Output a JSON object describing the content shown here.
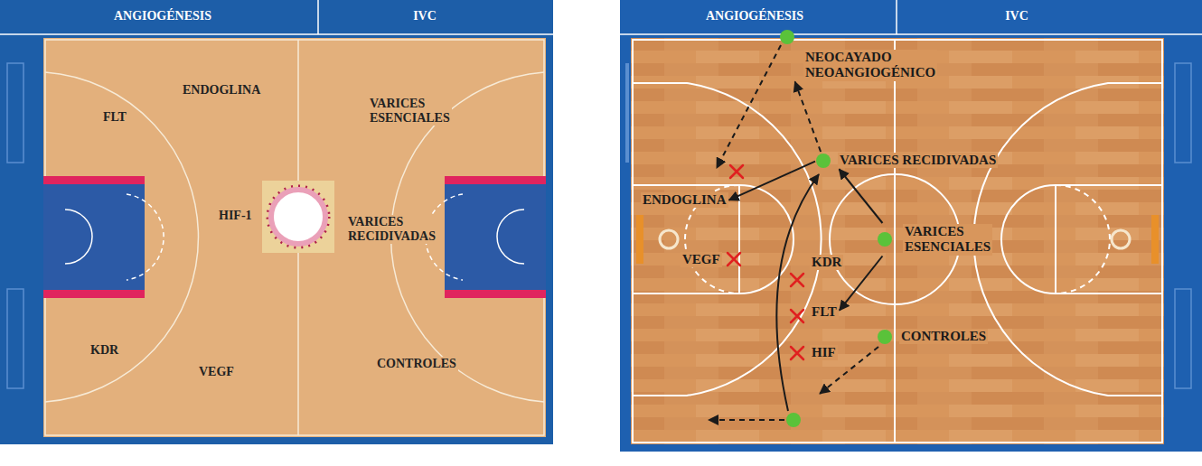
{
  "diagram": {
    "nodes": [
      {
        "text": [
          "NEOCAYADO NEOANGIOGÉNICO"
        ]
      },
      {
        "text": [
          "VARICES RECIDIVADAS"
        ]
      },
      {
        "text": [
          "ENDOGLINA"
        ]
      },
      {
        "text": [
          "VARICES ESENCIALES"
        ]
      },
      {
        "text": [
          "VEGF"
        ]
      },
      {
        "text": [
          "KDR"
        ]
      },
      {
        "text": [
          "FLT"
        ]
      },
      {
        "text": [
          "CONTROLES"
        ]
      },
      {
        "text": [
          "HIF"
        ]
      }
    ],
    "edges": [
      {
        "from": 1,
        "to": 0,
        "arrow": "to"
      },
      {
        "from": 1,
        "to": 2,
        "arrow": "to"
      },
      {
        "from": 3,
        "to": 1,
        "arrow": "to"
      },
      {
        "from": 3,
        "to": 6,
        "arrow": "to"
      }
    ],
    "labels": [
      "ANGIOGÉNESIS",
      "IVC",
      "FLT",
      "ENDOGLINA",
      "VARICES ESENCIALES",
      "HIF-1",
      "VARICES RECIDIVADAS",
      "KDR",
      "VEGF",
      "CONTROLES",
      "ANGIOGÉNESIS",
      "IVC"
    ]
  }
}
